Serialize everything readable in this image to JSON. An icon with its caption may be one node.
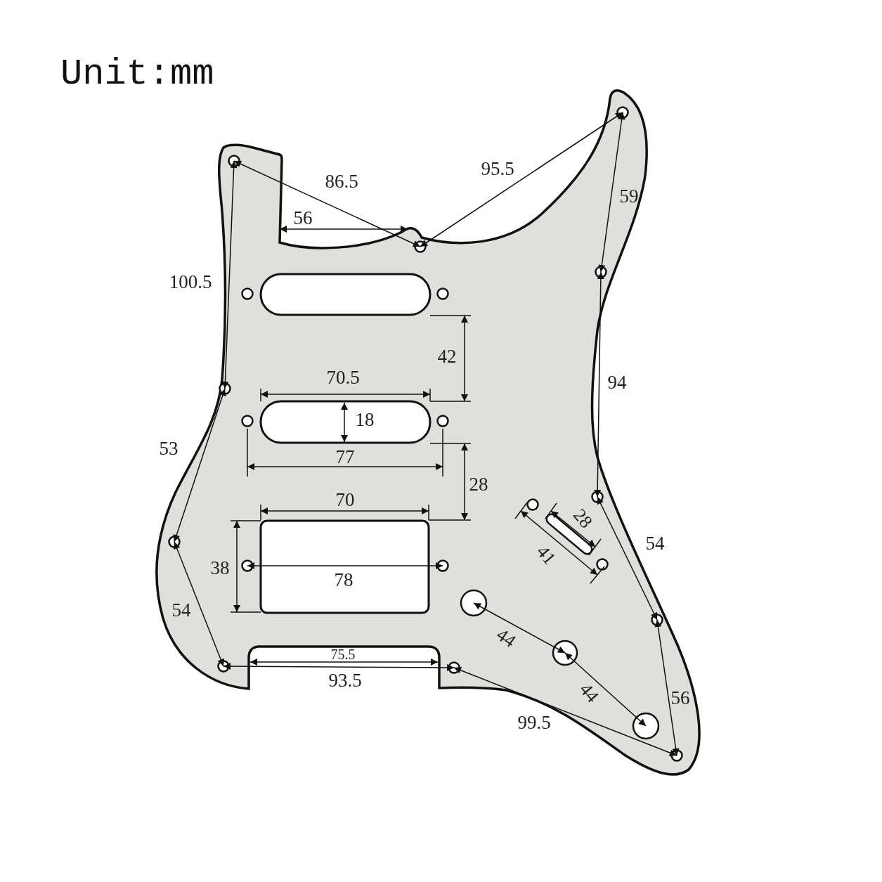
{
  "diagram": {
    "title": "Unit:mm",
    "labels": [
      "95.5",
      "86.5",
      "59",
      "56",
      "100.5",
      "42",
      "70.5",
      "94",
      "18",
      "53",
      "77",
      "28",
      "70",
      "28",
      "54",
      "41",
      "38",
      "78",
      "54",
      "44",
      "75.5",
      "93.5",
      "44",
      "56",
      "99.5"
    ]
  }
}
